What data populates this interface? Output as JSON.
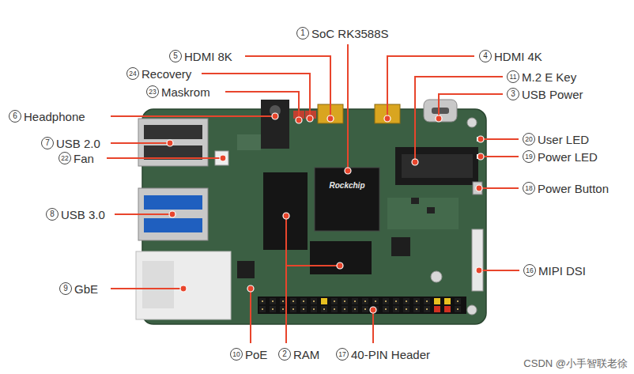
{
  "diagram": {
    "labels": [
      "1",
      "SoC RK3588S",
      "5",
      "HDMI 8K",
      "4",
      "HDMI 4K",
      "24",
      "Recovery",
      "11",
      "M.2 E Key",
      "23",
      "Maskrom",
      "3",
      "USB Power",
      "6",
      "Headphone",
      "20",
      "User LED",
      "7",
      "USB 2.0",
      "19",
      "Power LED",
      "22",
      "Fan",
      "18",
      "Power Button",
      "8",
      "USB 3.0",
      "16",
      "MIPI DSI",
      "9",
      "GbE",
      "10",
      "PoE",
      "2",
      "RAM",
      "17",
      "40-PIN Header",
      "Rockchip",
      "CSDN @小手智联老徐"
    ]
  }
}
